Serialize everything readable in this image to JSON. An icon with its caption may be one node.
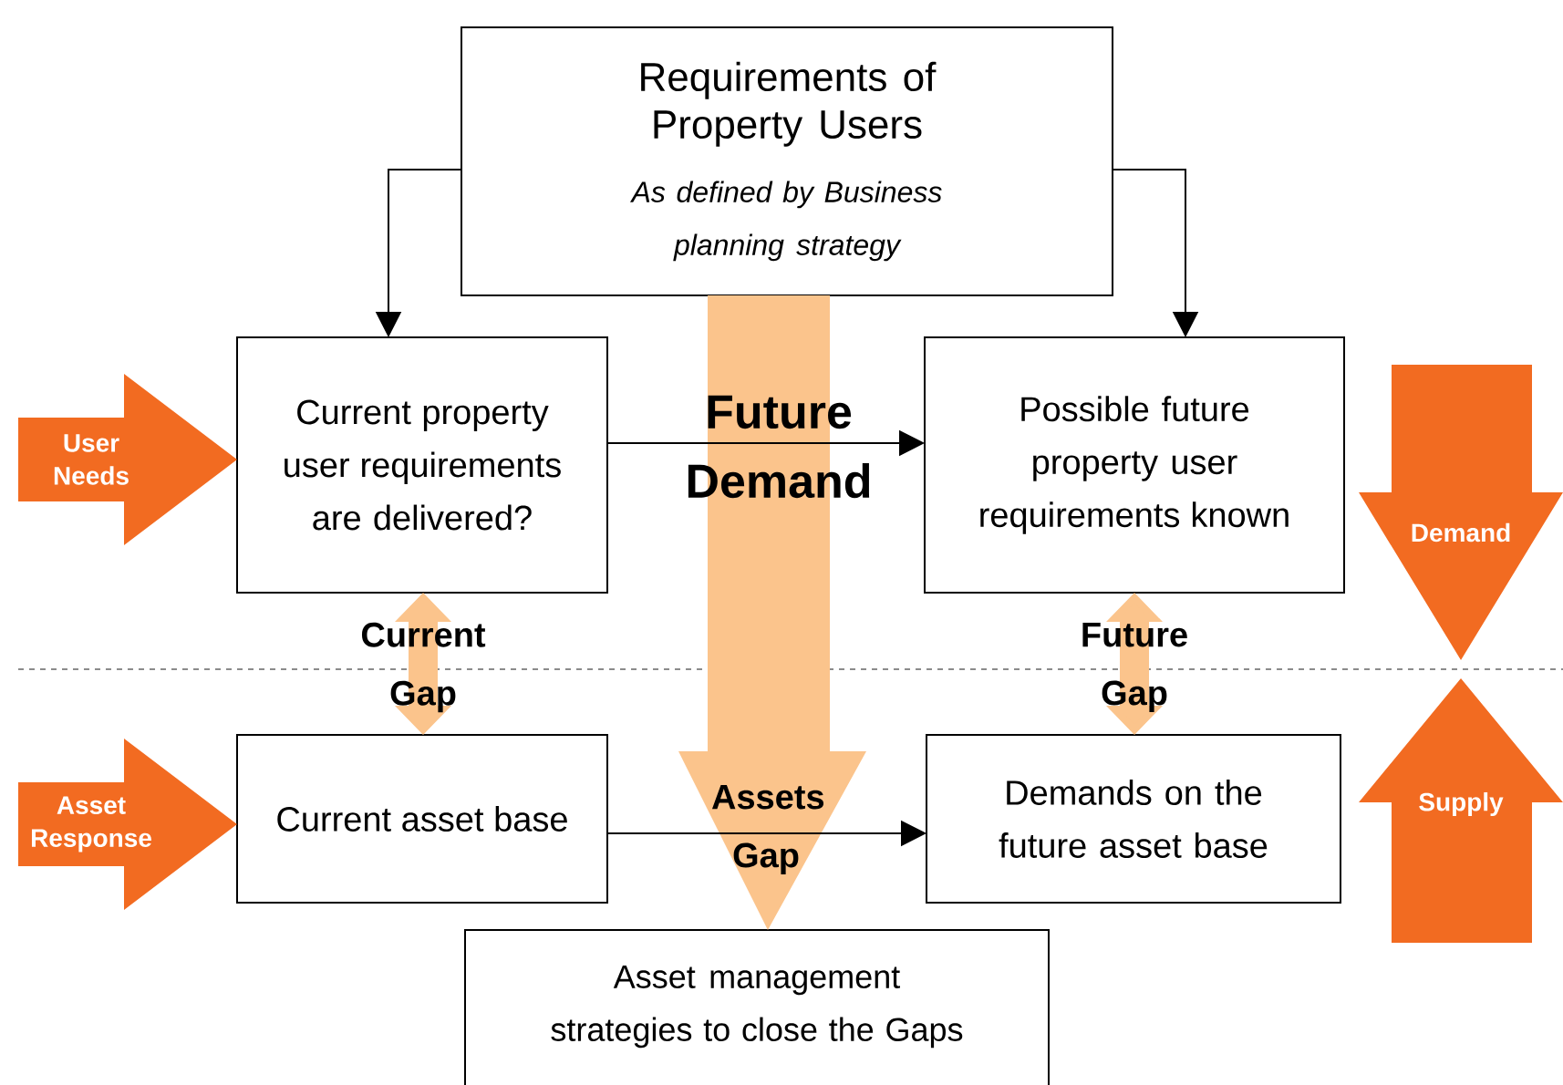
{
  "diagram": {
    "nodes": [
      {
        "text": [
          "Requirements of Property Users",
          "As defined by Business planning strategy"
        ]
      },
      {
        "text": [
          "Current property user requirements are delivered?"
        ]
      },
      {
        "text": [
          "Possible future property user requirements known"
        ]
      },
      {
        "text": [
          "Current asset base"
        ]
      },
      {
        "text": [
          "Demands on the future asset base"
        ]
      },
      {
        "text": [
          "Asset management strategies to close the Gaps"
        ]
      },
      {
        "text": [
          "User Needs"
        ]
      },
      {
        "text": [
          "Asset Response"
        ]
      },
      {
        "text": [
          "Demand"
        ]
      },
      {
        "text": [
          "Supply"
        ]
      }
    ],
    "edges": [
      {
        "from": 0,
        "to": 1,
        "arrow": "to"
      },
      {
        "from": 0,
        "to": 2,
        "arrow": "to"
      },
      {
        "from": 1,
        "to": 2,
        "arrow": "to",
        "label": "Future Demand"
      },
      {
        "from": 3,
        "to": 4,
        "arrow": "to",
        "label": "Assets Gap"
      },
      {
        "from": 0,
        "to": 5,
        "arrow": "to",
        "style": "thick",
        "color": "#fbc48c"
      },
      {
        "from": 1,
        "to": 3,
        "arrow": "both",
        "label": "Current Gap",
        "style": "thick",
        "color": "#fbc48c"
      },
      {
        "from": 2,
        "to": 4,
        "arrow": "both",
        "label": "Future Gap",
        "style": "thick",
        "color": "#fbc48c"
      }
    ]
  }
}
